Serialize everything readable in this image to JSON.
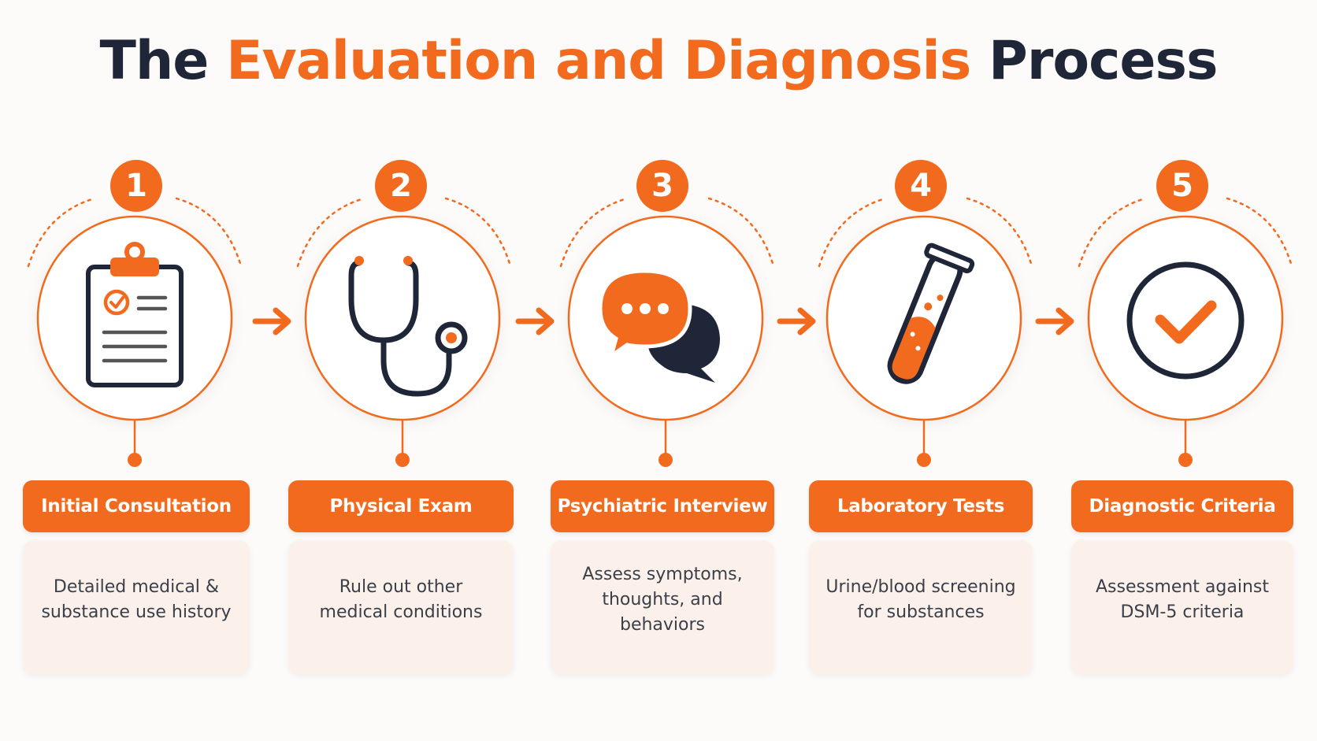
{
  "title": {
    "prefix": "The ",
    "highlight": "Evaluation and Diagnosis",
    "suffix": " Process"
  },
  "colors": {
    "accent": "#f26a1e",
    "dark": "#1e2638",
    "card_bg": "#fbf1ea",
    "background": "#fdfbfa"
  },
  "steps": [
    {
      "number": "1",
      "label": "Initial Consultation",
      "description": "Detailed medical &\nsubstance use history",
      "icon": "clipboard-icon"
    },
    {
      "number": "2",
      "label": "Physical Exam",
      "description": "Rule out other\nmedical conditions",
      "icon": "stethoscope-icon"
    },
    {
      "number": "3",
      "label": "Psychiatric Interview",
      "description": "Assess symptoms,\nthoughts, and\nbehaviors",
      "icon": "chat-bubbles-icon"
    },
    {
      "number": "4",
      "label": "Laboratory Tests",
      "description": "Urine/blood screening\nfor substances",
      "icon": "test-tube-icon"
    },
    {
      "number": "5",
      "label": "Diagnostic Criteria",
      "description": "Assessment against\nDSM-5 criteria",
      "icon": "checkmark-circle-icon"
    }
  ]
}
